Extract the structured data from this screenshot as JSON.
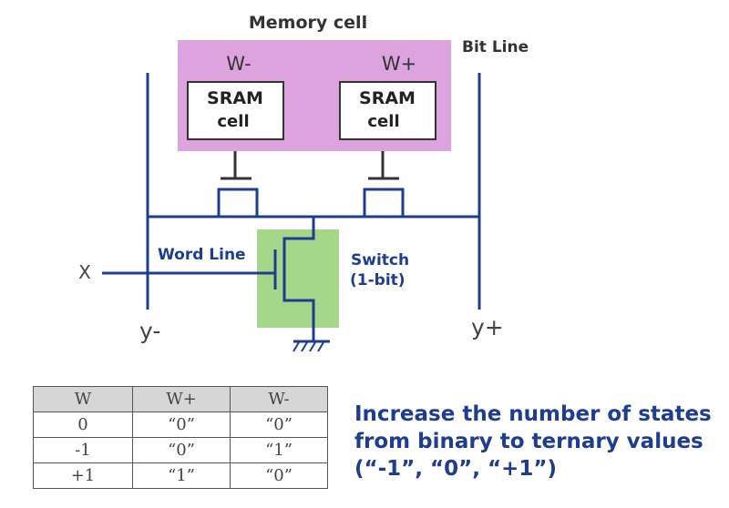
{
  "diagram": {
    "memory_cell_title": "Memory cell",
    "bit_line_label": "Bit Line",
    "w_minus_label": "W-",
    "w_plus_label": "W+",
    "sram_left": {
      "line1": "SRAM",
      "line2": "cell"
    },
    "sram_right": {
      "line1": "SRAM",
      "line2": "cell"
    },
    "word_line_label": "Word Line",
    "x_label": "X",
    "switch_label": {
      "line1": "Switch",
      "line2": "(1-bit)"
    },
    "y_minus_label": "y-",
    "y_plus_label": "y+",
    "colors": {
      "memory_cell_fill": "#dda3de",
      "switch_fill": "#a6d68a",
      "wire": "#1f3d8f",
      "annotation_text": "#1f3d8f",
      "table_header_fill": "#d6d6d6"
    }
  },
  "table": {
    "headers": [
      "W",
      "W+",
      "W-"
    ],
    "rows": [
      [
        "0",
        "“0”",
        "“0”"
      ],
      [
        "-1",
        "“0”",
        "“1”"
      ],
      [
        "+1",
        "“1”",
        "“0”"
      ]
    ]
  },
  "caption": {
    "line1": "Increase the number of states",
    "line2": "from binary to ternary values",
    "line3": "(“-1”, “0”, “+1”)"
  }
}
